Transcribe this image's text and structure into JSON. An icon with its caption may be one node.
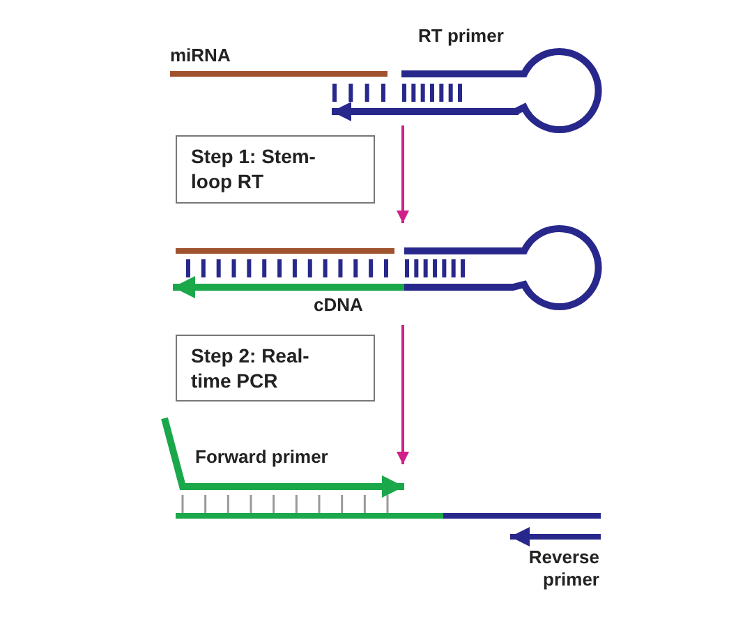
{
  "diagram": {
    "nodes": [
      {
        "text": [],
        "shape": "picture"
      },
      {
        "text": [
          "Step 1: Stem-loop RT"
        ]
      },
      {
        "text": [],
        "shape": "picture"
      },
      {
        "text": [
          "Step 2: Real-time PCR"
        ]
      },
      {
        "text": [],
        "shape": "picture"
      }
    ],
    "edges": [
      {
        "from": 0,
        "to": 2,
        "arrow": "to"
      },
      {
        "from": 2,
        "to": 4,
        "arrow": "to"
      }
    ],
    "labels": [
      "miRNA",
      "RT primer",
      "cDNA",
      "Forward primer",
      "Reverse primer"
    ]
  }
}
